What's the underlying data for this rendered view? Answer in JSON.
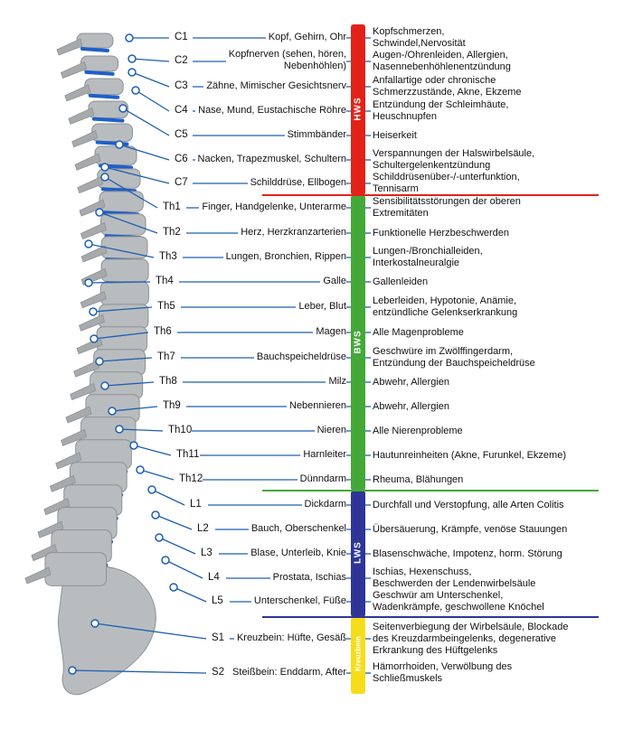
{
  "colors": {
    "line": "#1d5fb0",
    "hws": "#e22219",
    "bws": "#44a838",
    "lws": "#2e3597",
    "kreuzbein": "#f6dd1a",
    "bone": "#b9bcbf",
    "disc": "#1f5fc9"
  },
  "regions": [
    {
      "name": "HWS",
      "color_key": "hws"
    },
    {
      "name": "BWS",
      "color_key": "bws"
    },
    {
      "name": "LWS",
      "color_key": "lws"
    },
    {
      "name": "Kreuzbein",
      "color_key": "kreuzbein"
    }
  ],
  "rows": [
    {
      "code": "C1",
      "organ": "Kopf, Gehirn, Ohr",
      "symptoms": "Kopfschmerzen,\nSchwindel,Nervosität"
    },
    {
      "code": "C2",
      "organ": "Kopfnerven (sehen, hören,\nNebenhöhlen)",
      "symptoms": "Augen-/Ohrenleiden, Allergien,\nNasennebenhöhlenentzündung"
    },
    {
      "code": "C3",
      "organ": "Zähne, Mimischer Gesichtsnerv",
      "symptoms": "Anfallartige oder chronische\nSchmerzzustände, Akne, Ekzeme"
    },
    {
      "code": "C4",
      "organ": "Nase, Mund, Eustachische Röhre",
      "symptoms": "Entzündung der Schleimhäute,\nHeuschnupfen"
    },
    {
      "code": "C5",
      "organ": "Stimmbänder",
      "symptoms": "Heiserkeit"
    },
    {
      "code": "C6",
      "organ": "Nacken, Trapezmuskel, Schultern",
      "symptoms": "Verspannungen der Halswirbelsäule,\nSchultergelenkentzündung"
    },
    {
      "code": "C7",
      "organ": "Schilddrüse, Ellbogen",
      "symptoms": "Schilddrüsenüber-/-unterfunktion,\nTennisarm"
    },
    {
      "code": "Th1",
      "organ": "Finger, Handgelenke, Unterarme",
      "symptoms": "Sensibilitätsstörungen der oberen\nExtremitäten"
    },
    {
      "code": "Th2",
      "organ": "Herz, Herzkranzarterien",
      "symptoms": "Funktionelle Herzbeschwerden"
    },
    {
      "code": "Th3",
      "organ": "Lungen, Bronchien, Rippen",
      "symptoms": "Lungen-/Bronchialleiden,\nInterkostalneuralgie"
    },
    {
      "code": "Th4",
      "organ": "Galle",
      "symptoms": "Gallenleiden"
    },
    {
      "code": "Th5",
      "organ": "Leber, Blut",
      "symptoms": "Leberleiden, Hypotonie, Anämie,\nentzündliche Gelenkserkrankung"
    },
    {
      "code": "Th6",
      "organ": "Magen",
      "symptoms": "Alle Magenprobleme"
    },
    {
      "code": "Th7",
      "organ": "Bauchspeicheldrüse",
      "symptoms": "Geschwüre im Zwölffingerdarm,\nEntzündung der Bauchspeicheldrüse"
    },
    {
      "code": "Th8",
      "organ": "Milz",
      "symptoms": "Abwehr, Allergien"
    },
    {
      "code": "Th9",
      "organ": "Nebennieren",
      "symptoms": "Abwehr, Allergien"
    },
    {
      "code": "Th10",
      "organ": "Nieren",
      "symptoms": "Alle Nierenprobleme"
    },
    {
      "code": "Th11",
      "organ": "Harnleiter",
      "symptoms": "Hautunreinheiten (Akne, Furunkel, Ekzeme)"
    },
    {
      "code": "Th12",
      "organ": "Dünndarm",
      "symptoms": "Rheuma, Blähungen"
    },
    {
      "code": "L1",
      "organ": "Dickdarm",
      "symptoms": "Durchfall und Verstopfung, alle Arten Colitis"
    },
    {
      "code": "L2",
      "organ": "Bauch, Oberschenkel",
      "symptoms": "Übersäuerung, Krämpfe, venöse Stauungen"
    },
    {
      "code": "L3",
      "organ": "Blase, Unterleib, Knie",
      "symptoms": "Blasenschwäche, Impotenz, horm. Störung"
    },
    {
      "code": "L4",
      "organ": "Prostata, Ischias",
      "symptoms": "Ischias, Hexenschuss,\nBeschwerden der Lendenwirbelsäule"
    },
    {
      "code": "L5",
      "organ": "Unterschenkel, Füße",
      "symptoms": "Geschwür am Unterschenkel,\nWadenkrämpfe, geschwollene Knöchel"
    },
    {
      "code": "S1",
      "organ": "Kreuzbein: Hüfte, Gesäß",
      "symptoms": "Seitenverbiegung der Wirbelsäule, Blockade\ndes Kreuzdarmbeingelenks, degenerative\nErkrankung des Hüftgelenks"
    },
    {
      "code": "S2",
      "organ": "Steißbein: Enddarm, After",
      "symptoms": "Hämorrhoiden, Verwölbung des\nSchließmuskels"
    }
  ]
}
